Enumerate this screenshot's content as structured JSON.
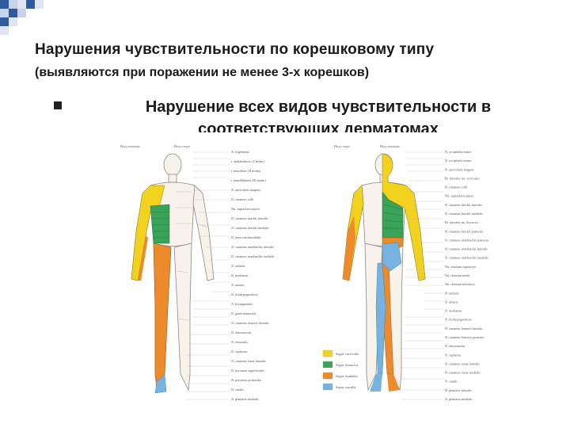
{
  "slide": {
    "title_line1": "Нарушения чувствительности по корешковому типу",
    "title_line2": "(выявляются при поражении не менее 3-х корешков)",
    "bullet": "Нарушение всех видов чувствительности в соответствующих дерматомах"
  },
  "colors": {
    "checker_blue": "#2f5a9e",
    "checker_light": "#c7d3e8",
    "cervical_yellow": "#f2d21e",
    "thoracic_green": "#3aa357",
    "lumbar_orange": "#ec8a2c",
    "sacral_blue": "#76b3e0"
  },
  "figure": {
    "front_header_left": "Вид спереди",
    "front_header_right": "Вид сзади",
    "back_header_left": "Вид сзади",
    "back_header_right": "Вид спереди",
    "front_labels": [
      "N. trigeminus",
      "r. ophthalmicus (I ветвь)",
      "r. maxillaris (II ветвь)",
      "r. mandibularis (III ветвь)",
      "N. auricularis magnus",
      "N. cutaneus colli",
      "Nn. supraclaviculares",
      "N. cutaneus brachii lateralis",
      "N. cutaneus brachii medialis",
      "N. intercostobrachialis",
      "N. cutaneus antebrachii lateralis",
      "N. cutaneus antebrachii medialis",
      "N. radialis",
      "N. medianus",
      "N. ulnaris",
      "N. iliohypogastricus",
      "N. ilioinguinalis",
      "N. genitofemoralis",
      "N. cutaneus femoris lateralis",
      "N. obturatorius",
      "N. femoralis",
      "N. saphenus",
      "N. cutaneus surae lateralis",
      "N. peroneus superficialis",
      "N. peroneus profundus",
      "N. suralis",
      "N. plantaris medialis"
    ],
    "back_labels": [
      "N. occipitalis major",
      "N. occipitalis minor",
      "N. auricularis magnus",
      "Rr. dorsales nn. cervicales",
      "N. cutaneus colli",
      "Nn. supraclaviculares",
      "N. cutaneus brachii lateralis",
      "N. cutaneus brachii medialis",
      "Rr. dorsales nn. thoracici",
      "N. cutaneus brachii posterior",
      "N. cutaneus antebrachii posterior",
      "N. cutaneus antebrachii lateralis",
      "N. cutaneus antebrachii medialis",
      "Nn. clunium superiores",
      "Nn. clunium medii",
      "Nn. clunium inferiores",
      "N. radialis",
      "N. ulnaris",
      "N. medianus",
      "N. iliohypogastricus",
      "N. cutaneus femoris lateralis",
      "N. cutaneus femoris posterior",
      "N. obturatorius",
      "N. saphenus",
      "N. cutaneus surae lateralis",
      "N. cutaneus surae medialis",
      "N. suralis",
      "N. plantaris lateralis",
      "N. plantaris medialis"
    ],
    "legend": [
      "Segm. cervicalia",
      "Segm. thoracica",
      "Segm. lumbalia",
      "Segm. sacralia"
    ]
  }
}
